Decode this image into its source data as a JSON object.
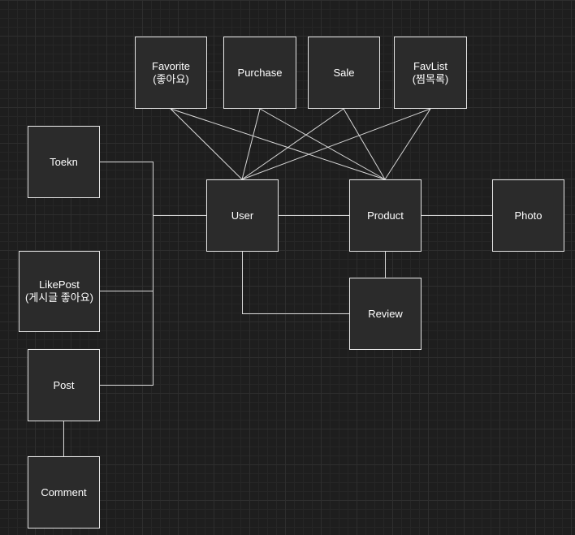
{
  "diagram": {
    "nodes": {
      "favorite": {
        "label": "Favorite",
        "sublabel": "(좋아요)"
      },
      "purchase": {
        "label": "Purchase"
      },
      "sale": {
        "label": "Sale"
      },
      "favlist": {
        "label": "FavList",
        "sublabel": "(찜목록)"
      },
      "token": {
        "label": "Toekn"
      },
      "user": {
        "label": "User"
      },
      "product": {
        "label": "Product"
      },
      "photo": {
        "label": "Photo"
      },
      "likepost": {
        "label": "LikePost",
        "sublabel": "(게시글 좋아요)"
      },
      "review": {
        "label": "Review"
      },
      "post": {
        "label": "Post"
      },
      "comment": {
        "label": "Comment"
      }
    },
    "edges": [
      [
        "favorite",
        "user"
      ],
      [
        "favorite",
        "product"
      ],
      [
        "purchase",
        "user"
      ],
      [
        "purchase",
        "product"
      ],
      [
        "sale",
        "user"
      ],
      [
        "sale",
        "product"
      ],
      [
        "favlist",
        "user"
      ],
      [
        "favlist",
        "product"
      ],
      [
        "user",
        "product"
      ],
      [
        "product",
        "photo"
      ],
      [
        "product",
        "review"
      ],
      [
        "user",
        "review"
      ],
      [
        "token",
        "user"
      ],
      [
        "likepost",
        "user"
      ],
      [
        "post",
        "user"
      ],
      [
        "post",
        "comment"
      ]
    ],
    "colors": {
      "background": "#1e1e1e",
      "node_fill": "#2b2b2b",
      "node_border": "#e6e6e6",
      "edge": "#d8d8d8",
      "text": "#ffffff"
    }
  }
}
